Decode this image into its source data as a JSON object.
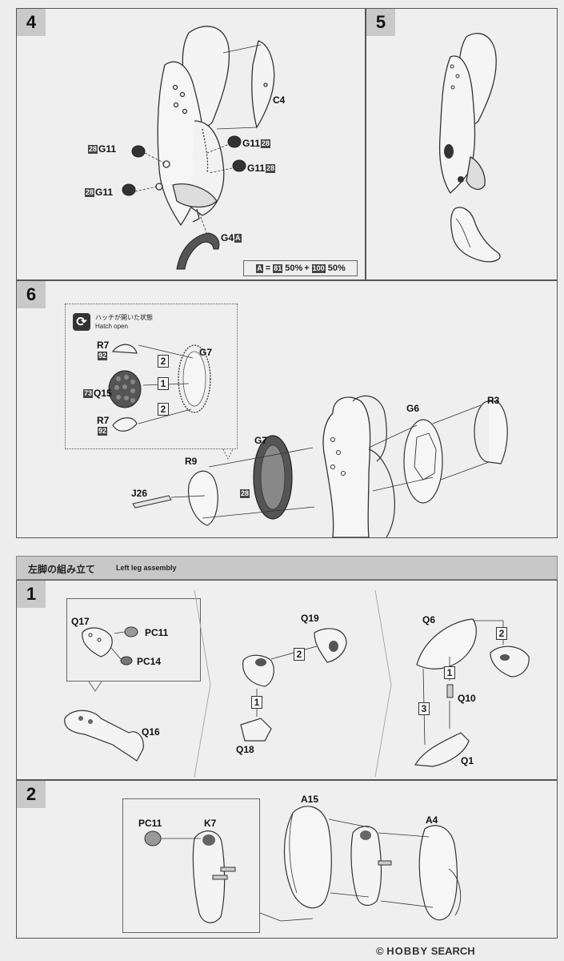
{
  "steps": {
    "s4": {
      "num": "4"
    },
    "s5": {
      "num": "5"
    },
    "s6": {
      "num": "6"
    },
    "l1": {
      "num": "1"
    },
    "l2": {
      "num": "2"
    }
  },
  "step4": {
    "c4": "C4",
    "g11_a": "G11",
    "g11_a_color": "28",
    "g11_b": "G11",
    "g11_b_color": "28",
    "g11_c": "G11",
    "g11_c_color": "28",
    "g11_d": "G11",
    "g11_d_color": "28",
    "g4": "G4",
    "g4_color": "A",
    "mix": {
      "a": "A",
      "eq": "=",
      "c1": "81",
      "p1": "50%",
      "plus": "+",
      "c2": "100",
      "p2": "50%"
    }
  },
  "step6": {
    "hatch_jp": "ハッチが開いた状態",
    "hatch_en": "Hatch open",
    "r7_top": "R7",
    "r7_top_color": "92",
    "q15": "Q15",
    "q15_color": "73",
    "r7_bot": "R7",
    "r7_bot_color": "92",
    "g7_inset": "G7",
    "order": [
      "2",
      "1",
      "2"
    ],
    "r9": "R9",
    "j26": "J26",
    "g7": "G7",
    "g7_color": "28",
    "g6": "G6",
    "r3": "R3"
  },
  "section": {
    "jp": "左脚の組み立て",
    "en": "Left leg assembly"
  },
  "leg1": {
    "q17": "Q17",
    "pc11": "PC11",
    "pc14": "PC14",
    "q16": "Q16",
    "q19": "Q19",
    "q18": "Q18",
    "n1": "1",
    "n2": "2",
    "q6": "Q6",
    "q10": "Q10",
    "q1": "Q1",
    "m1": "1",
    "m2": "2",
    "m3": "3"
  },
  "leg2": {
    "pc11": "PC11",
    "k7": "K7",
    "a15": "A15",
    "a4": "A4"
  },
  "watermark": {
    "copyright": "©",
    "brand": "HOBBY",
    "brand2": "SEARCH"
  }
}
